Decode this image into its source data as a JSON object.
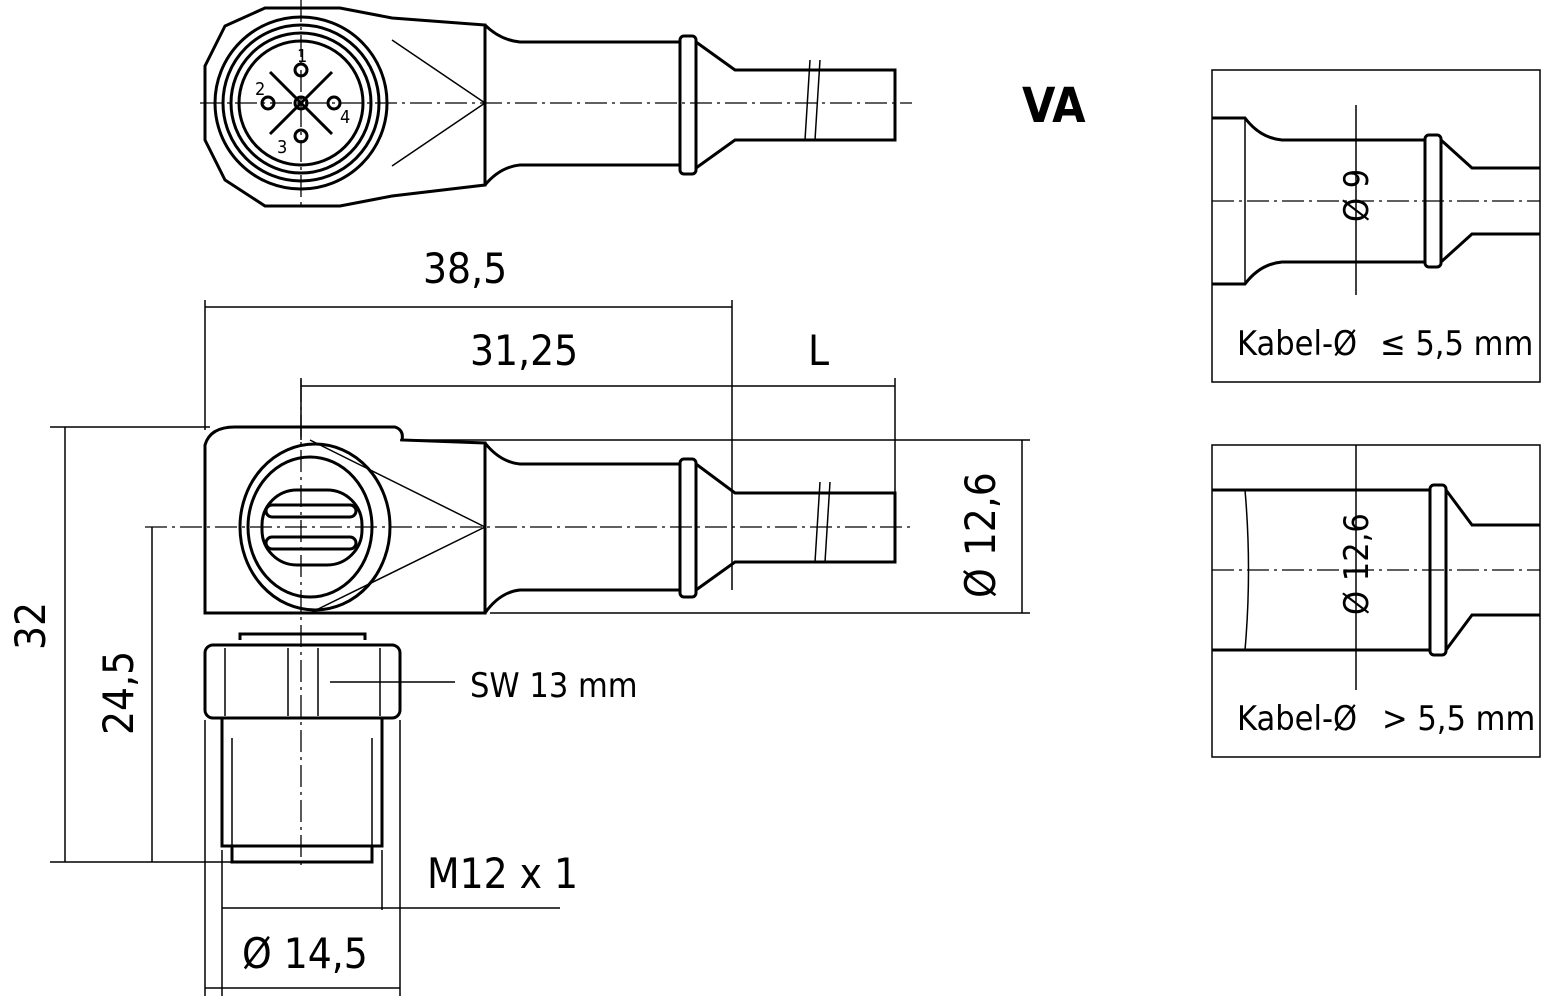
{
  "title": "VA",
  "dimensions": {
    "overall_length": "38,5",
    "body_length": "31,25",
    "cable_length": "L",
    "body_diameter": "Ø 12,6",
    "height_total": "32",
    "height_axis": "24,5",
    "wrench_size": "SW 13 mm",
    "thread": "M12 x 1",
    "nut_diameter": "Ø 14,5"
  },
  "pins": [
    "1",
    "2",
    "3",
    "4"
  ],
  "detail_small": {
    "diameter": "Ø 9",
    "cable_label": "Kabel-Ø",
    "cable_condition": "≤ 5,5 mm"
  },
  "detail_large": {
    "diameter": "Ø 12,6",
    "cable_label": "Kabel-Ø",
    "cable_condition": "> 5,5 mm"
  }
}
